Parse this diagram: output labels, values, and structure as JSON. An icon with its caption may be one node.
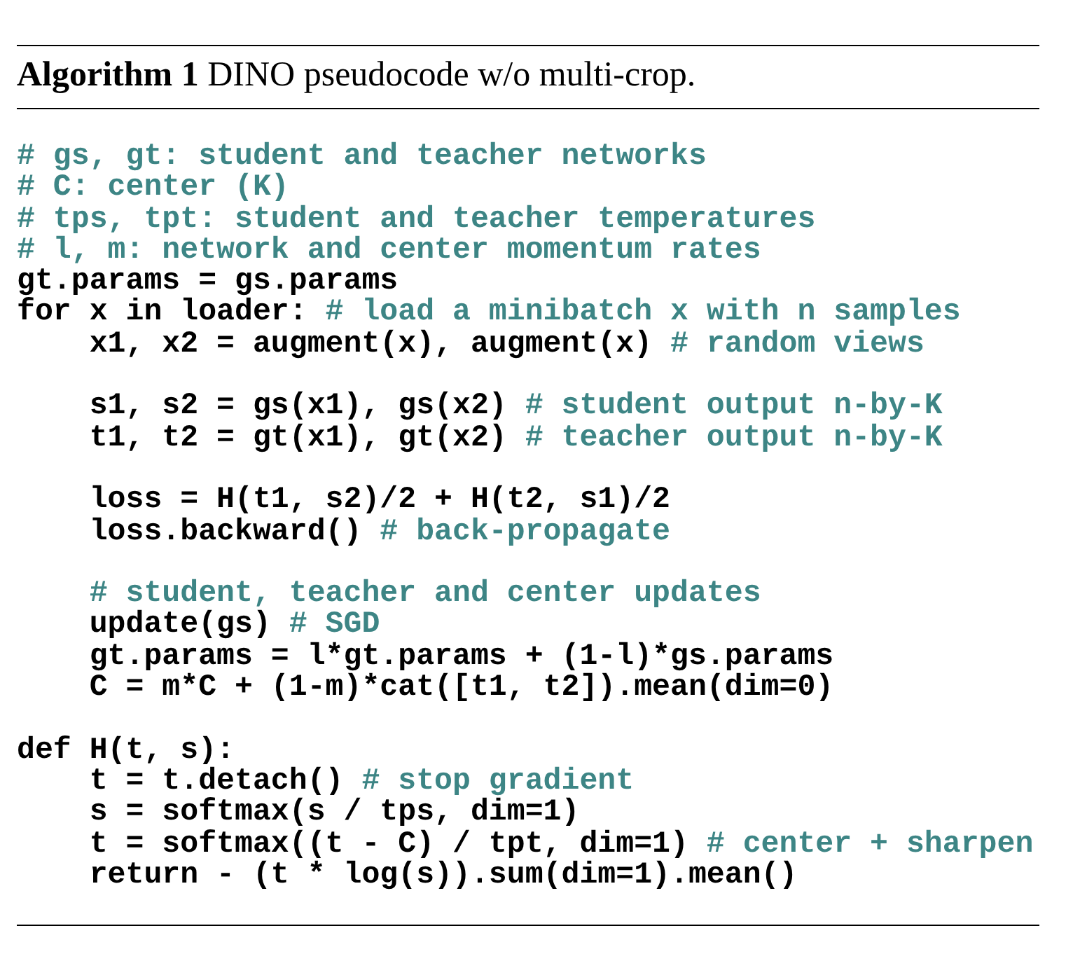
{
  "diagram": {
    "title": "**Algorithm 1** DINO pseudocode w/o multi-crop.",
    "labels": [
      "# gs, gt: student and teacher networks",
      "# C: center (K)",
      "# tps, tpt: student and teacher temperatures",
      "# l, m: network and center momentum rates",
      "gt.params = gs.params",
      "for x in loader:",
      "# load a minibatch x with n samples",
      "x1, x2 = augment(x), augment(x)",
      "# random views",
      "s1, s2 = gs(x1), gs(x2)",
      "# student output n-by-K",
      "t1, t2 = gt(x1), gt(x2)",
      "# teacher output n-by-K",
      "loss = H(t1, s2)/2 + H(t2, s1)/2",
      "loss.backward()",
      "# back-propagate",
      "# student, teacher and center updates",
      "update(gs)",
      "# SGD",
      "gt.params = l*gt.params + (1-l)*gs.params",
      "C = m*C + (1-m)*cat([t1, t2]).mean(dim=0)",
      "def H(t, s):",
      "t = t.detach()",
      "# stop gradient",
      "s = softmax(s / tps, dim=1)",
      "t = softmax((t - C) / tpt, dim=1)",
      "# center + sharpen",
      "return - (t * log(s)).sum(dim=1).mean()"
    ]
  }
}
